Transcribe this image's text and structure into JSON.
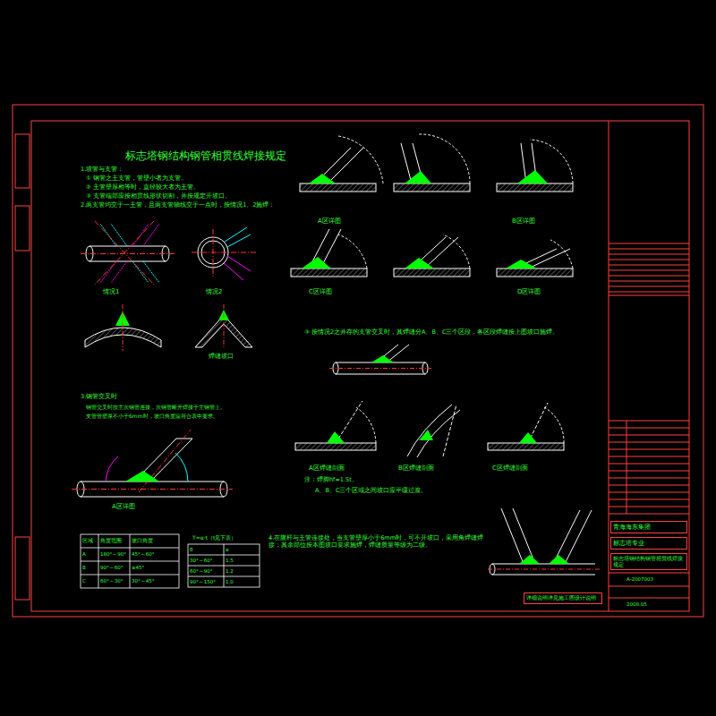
{
  "diagram": {
    "title": "标志塔钢结构钢管相贯线焊接规定",
    "nodes": [
      {
        "text": [
          "详细说明详见施工图设计说明"
        ]
      },
      {
        "text": [
          "青海海东集团"
        ]
      },
      {
        "text": [
          "标志塔专业"
        ]
      },
      {
        "text": [
          "标志塔钢结构钢管相贯线焊接规定"
        ]
      }
    ],
    "labels": [
      "1.坡管与支管：",
      "① 钢管之主支管，管壁小者为支管。",
      "② 主管壁厚相等时，直径较大者为主管。",
      "③ 支管端部应按相贯线形状切割，并按规定开坡口。",
      "2.两支管均交于一主管，且两支管轴线交于一点时，按情况1、2施焊：",
      "情况1",
      "情况2",
      "焊缝坡口",
      "A区详图",
      "B区详图",
      "C区详图",
      "D区详图",
      "③ 按情况2之并存的支管交叉时，其焊缝分A、B、C三个区段，各区段焊缝按上图坡口施焊。",
      "3.钢管交叉时",
      "钢管交叉时按主次钢管连接，次钢管断开焊接于主钢管上。",
      "支管管壁厚不小于6mm时，坡口角度应符合表中要求。",
      "A区焊缝剖面",
      "B区焊缝剖面",
      "C区焊缝剖面",
      "注：焊脚hf=1.5t。",
      "A、B、C三个区域之间坡口应平缓过渡。",
      "A区详图",
      "T=α·t（t见下表）",
      "区域",
      "角度范围",
      "坡口角度",
      "A",
      "180°～90°",
      "45°～60°",
      "B",
      "90°～60°",
      "≥45°",
      "C",
      "60°～30°",
      "30°～45°",
      "θ",
      "α",
      "30°～60°",
      "1.5",
      "60°～90°",
      "1.2",
      "90°～150°",
      "1.0",
      "4.在腹杆与主管连接处，当支管壁厚小于6mm时，可不开坡口，采用角焊缝焊接；其余部位按本图坡口要求施焊，焊缝质量等级为二级。",
      "A-2007003",
      "2008.05"
    ]
  }
}
